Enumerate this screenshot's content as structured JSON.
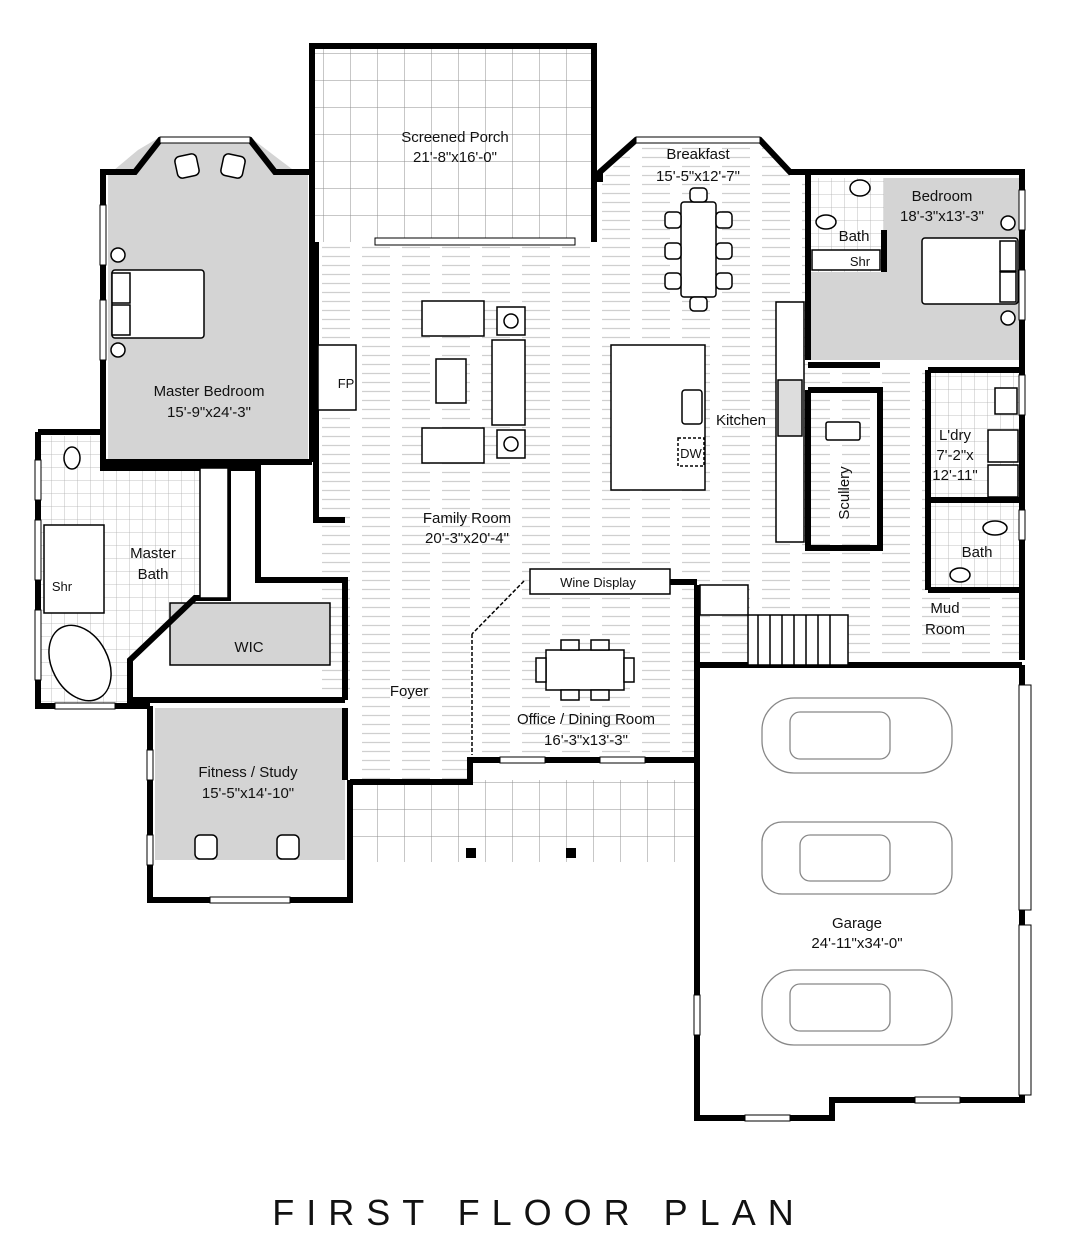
{
  "title": "FIRST FLOOR PLAN",
  "colors": {
    "wall": "#000000",
    "carpet_gray": "#d4d4d4",
    "floor_wood_lines": "#c8c8c8",
    "tile_lines": "#9a9a9a",
    "text": "#111111"
  },
  "rooms": {
    "screened_porch": {
      "name": "Screened Porch",
      "dims": "21'-8\"x16'-0\""
    },
    "breakfast": {
      "name": "Breakfast",
      "dims": "15'-5\"x12'-7\""
    },
    "bedroom": {
      "name": "Bedroom",
      "dims": "18'-3\"x13'-3\""
    },
    "bath_upper": {
      "name": "Bath",
      "shower": "Shr"
    },
    "master_bedroom": {
      "name": "Master Bedroom",
      "dims": "15'-9\"x24'-3\""
    },
    "fireplace": {
      "name": "FP"
    },
    "kitchen": {
      "name": "Kitchen",
      "dishwasher": "DW"
    },
    "laundry": {
      "name": "L'dry",
      "dims_line1": "7'-2\"x",
      "dims_line2": "12'-11\""
    },
    "scullery": {
      "name": "Scullery"
    },
    "bath_lower": {
      "name": "Bath"
    },
    "master_bath": {
      "name_line1": "Master",
      "name_line2": "Bath",
      "shower": "Shr"
    },
    "family_room": {
      "name": "Family Room",
      "dims": "20'-3\"x20'-4\""
    },
    "wic": {
      "name": "WIC"
    },
    "wine_display": {
      "name": "Wine Display"
    },
    "mud_room": {
      "name_line1": "Mud",
      "name_line2": "Room"
    },
    "foyer": {
      "name": "Foyer"
    },
    "office_dining": {
      "name": "Office / Dining Room",
      "dims": "16'-3\"x13'-3\""
    },
    "fitness_study": {
      "name": "Fitness / Study",
      "dims": "15'-5\"x14'-10\""
    },
    "garage": {
      "name": "Garage",
      "dims": "24'-11\"x34'-0\""
    }
  }
}
